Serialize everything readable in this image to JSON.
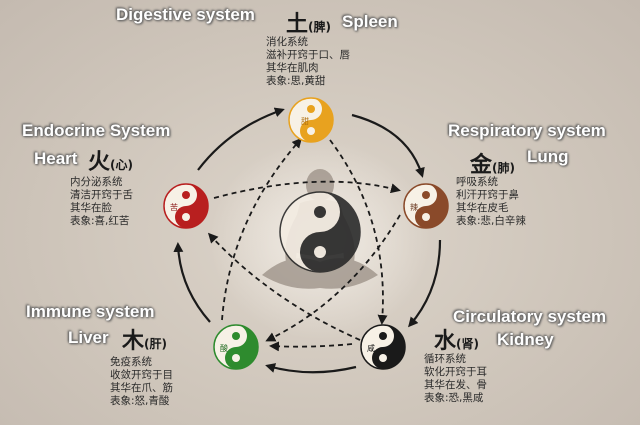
{
  "elements": {
    "earth": {
      "english": "Digestive system",
      "english2": "Spleen",
      "char": "土",
      "organ": "(脾)",
      "desc": [
        "消化系统",
        "滋补开窍于口、唇",
        "其华在肌肉",
        "表象:思,黄甜"
      ],
      "badge": "甜",
      "color": "#e8a21f"
    },
    "fire": {
      "english": "Endocrine System",
      "english2": "Heart",
      "char": "火",
      "organ": "(心)",
      "desc": [
        "内分泌系统",
        "清洁开窍于舌",
        "其华在脸",
        "表象:喜,红苦"
      ],
      "badge": "苦",
      "color": "#b81f1f"
    },
    "metal": {
      "english": "Respiratory system",
      "english2": "Lung",
      "char": "金",
      "organ": "(肺)",
      "desc": [
        "呼吸系统",
        "利汗开窍于鼻",
        "其华在皮毛",
        "表象:悲,白辛辣"
      ],
      "badge": "辣",
      "color": "#8a4a2a"
    },
    "wood": {
      "english": "Immune system",
      "english2": "Liver",
      "char": "木",
      "organ": "(肝)",
      "desc": [
        "免疫系统",
        "收敛开窍于目",
        "其华在爪、筋",
        "表象:怒,青酸"
      ],
      "badge": "酸",
      "color": "#2e8b2e"
    },
    "water": {
      "english": "Circulatory system",
      "english2": "Kidney",
      "char": "水",
      "organ": "(肾)",
      "desc": [
        "循环系统",
        "软化开窍于耳",
        "其华在发、骨",
        "表象:恐,黑咸"
      ],
      "badge": "咸",
      "color": "#1a1a1a"
    }
  }
}
